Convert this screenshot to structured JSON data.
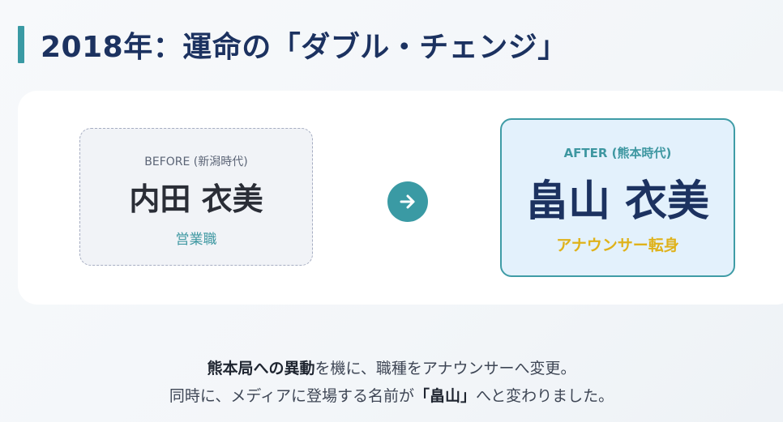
{
  "title": "2018年：運命の「ダブル・チェンジ」",
  "before": {
    "tag": "BEFORE (新潟時代)",
    "name": "内田 衣美",
    "role": "営業職"
  },
  "after": {
    "tag": "AFTER (熊本時代)",
    "name": "畠山 衣美",
    "role": "アナウンサー転身"
  },
  "arrow_icon": "arrow-right-icon",
  "caption": {
    "line1_bold": "熊本局への異動",
    "line1_rest": "を機に、職種をアナウンサーへ変更。",
    "line2_start": "同時に、メディアに登場する名前が",
    "line2_bold": "「畠山」",
    "line2_end": "へと変わりました。"
  },
  "colors": {
    "accent": "#3a9aa4",
    "title": "#1c3260",
    "gold": "#dfb21a"
  }
}
